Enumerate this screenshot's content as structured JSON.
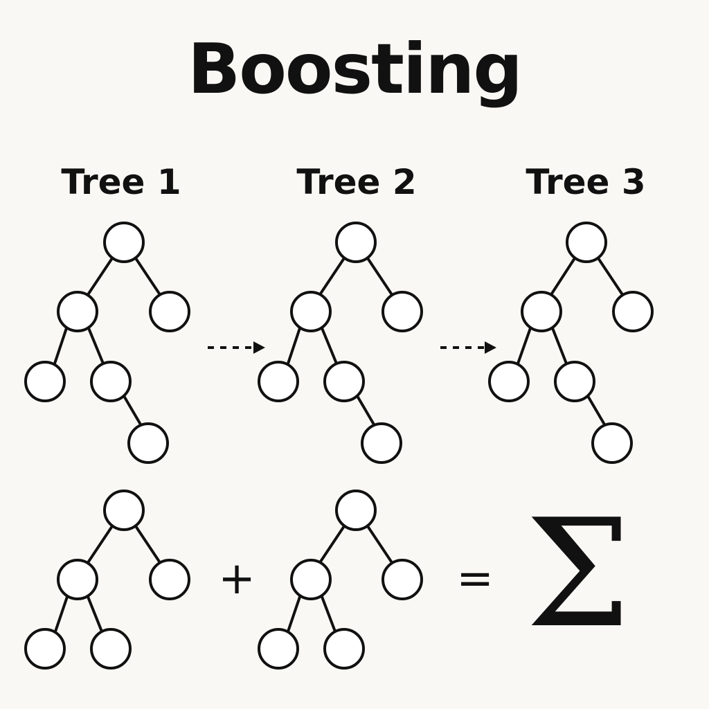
{
  "title": "Boosting",
  "trees": [
    {
      "label": "Tree 1"
    },
    {
      "label": "Tree 2"
    },
    {
      "label": "Tree 3"
    }
  ],
  "equation": {
    "plus": "+",
    "equals": "=",
    "sum_symbol": "Σ"
  },
  "colors": {
    "background": "#f9f8f4",
    "ink": "#111111",
    "node_fill": "#ffffff"
  }
}
